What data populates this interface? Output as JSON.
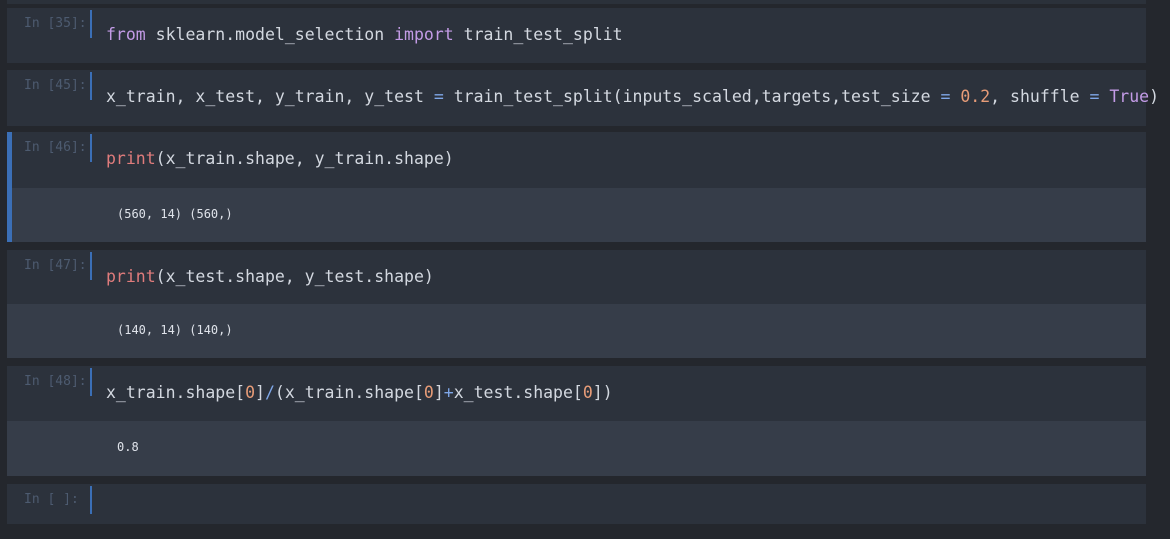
{
  "cells": [
    {
      "prompt": "In [35]:",
      "tokens": [
        [
          "kw",
          "from"
        ],
        [
          "plain",
          " sklearn.model_selection "
        ],
        [
          "kw",
          "import"
        ],
        [
          "plain",
          " train_test_split"
        ]
      ]
    },
    {
      "prompt": "In [45]:",
      "tokens": [
        [
          "plain",
          "x_train, x_test, y_train, y_test "
        ],
        [
          "op",
          "="
        ],
        [
          "plain",
          " train_test_split(inputs_scaled,targets,test_size "
        ],
        [
          "op",
          "="
        ],
        [
          "plain",
          " "
        ],
        [
          "num",
          "0.2"
        ],
        [
          "plain",
          ", shuffle "
        ],
        [
          "op",
          "="
        ],
        [
          "plain",
          " "
        ],
        [
          "kw",
          "True"
        ],
        [
          "plain",
          ")"
        ]
      ]
    },
    {
      "prompt": "In [46]:",
      "tokens": [
        [
          "fn",
          "print"
        ],
        [
          "plain",
          "(x_train.shape, y_train.shape)"
        ]
      ],
      "output": "(560, 14) (560,)"
    },
    {
      "prompt": "In [47]:",
      "tokens": [
        [
          "fn",
          "print"
        ],
        [
          "plain",
          "(x_test.shape, y_test.shape)"
        ]
      ],
      "output": "(140, 14) (140,)"
    },
    {
      "prompt": "In [48]:",
      "tokens": [
        [
          "plain",
          "x_train.shape["
        ],
        [
          "num",
          "0"
        ],
        [
          "plain",
          "]"
        ],
        [
          "op",
          "/"
        ],
        [
          "plain",
          "(x_train.shape["
        ],
        [
          "num",
          "0"
        ],
        [
          "plain",
          "]"
        ],
        [
          "op",
          "+"
        ],
        [
          "plain",
          "x_test.shape["
        ],
        [
          "num",
          "0"
        ],
        [
          "plain",
          "])"
        ]
      ],
      "output": "0.8"
    },
    {
      "prompt": "In [ ]:",
      "tokens": []
    }
  ]
}
